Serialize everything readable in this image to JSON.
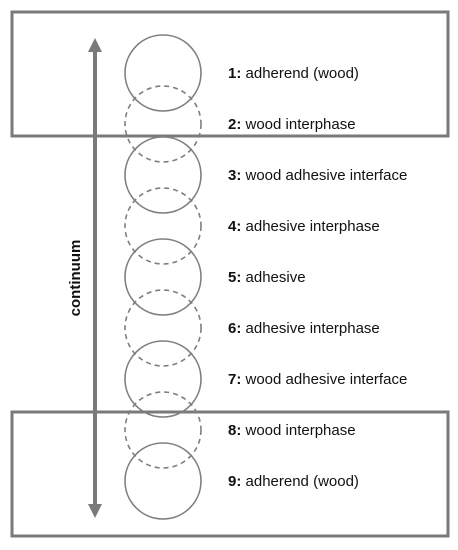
{
  "colors": {
    "box_stroke": "#7a7a7a",
    "circle_stroke": "#7f7f7f",
    "arrow": "#7a7a7a",
    "text": "#111111"
  },
  "axis_label": "continuum",
  "layers": [
    {
      "num": "1:",
      "text": "adherend (wood)",
      "style": "solid"
    },
    {
      "num": "2:",
      "text": "wood interphase",
      "style": "dashed"
    },
    {
      "num": "3:",
      "text": "wood adhesive interface",
      "style": "solid"
    },
    {
      "num": "4:",
      "text": "adhesive interphase",
      "style": "dashed"
    },
    {
      "num": "5:",
      "text": "adhesive",
      "style": "solid"
    },
    {
      "num": "6:",
      "text": "adhesive interphase",
      "style": "dashed"
    },
    {
      "num": "7:",
      "text": "wood adhesive interface",
      "style": "solid"
    },
    {
      "num": "8:",
      "text": "wood interphase",
      "style": "dashed"
    },
    {
      "num": "9:",
      "text": "adherend (wood)",
      "style": "solid"
    }
  ]
}
